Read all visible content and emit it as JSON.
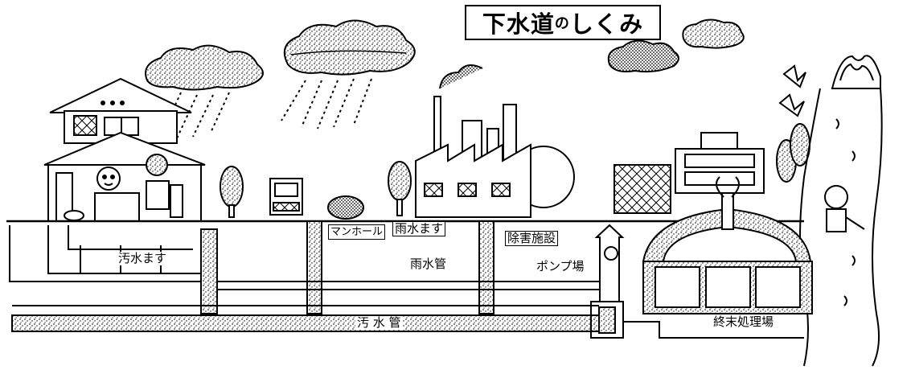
{
  "title": {
    "main_a": "下水道",
    "particle": "の",
    "main_b": "しくみ"
  },
  "labels": {
    "manhole": "マンホール",
    "rain_inlet": "雨水ます",
    "sewage_inlet": "汚水ます",
    "pretreatment": "除害施設",
    "pump_station": "ポンプ場",
    "storm_pipe": "雨水管",
    "sewage_pipe": "汚 水 管",
    "treatment_plant": "終末処理場"
  }
}
